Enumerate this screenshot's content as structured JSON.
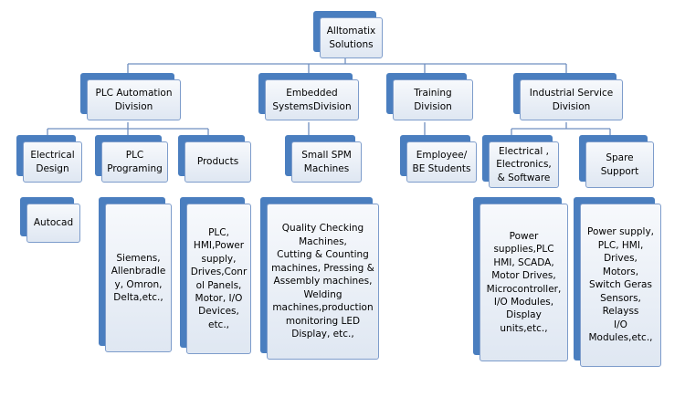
{
  "root": "Alltomatix\nSolutions",
  "divisions": {
    "plc": "PLC Automation\nDivision",
    "embedded": "Embedded\nSystemsDivision",
    "training": "Training\nDivision",
    "industrial": "Industrial Service\nDivision"
  },
  "plc_children": {
    "electrical_design": "Electrical\nDesign",
    "plc_programing": "PLC\nPrograming",
    "products": "Products"
  },
  "plc_leaves": {
    "autocad": "Autocad",
    "programing_list": "Siemens,\nAllenbradle\ny, Omron,\nDelta,etc.,",
    "products_list": "PLC,\nHMI,Power\nsupply,\nDrives,Conr\nol Panels,\nMotor, I/O\nDevices,\netc.,"
  },
  "embedded_children": {
    "small_spm": "Small SPM\nMachines",
    "spm_list": "Quality Checking\nMachines,\nCutting & Counting\nmachines, Pressing &\nAssembly machines,\nWelding\nmachines,production\nmonitoring LED\nDisplay, etc.,"
  },
  "training_children": {
    "employee": "Employee/\nBE Students"
  },
  "industrial_children": {
    "electrical_electronics": "Electrical ,\nElectronics,\n& Software",
    "spare_support": "Spare\nSupport",
    "electronics_list": "Power\nsupplies,PLC\nHMI, SCADA,\nMotor Drives,\nMicrocontroller,\nI/O Modules,\nDisplay\nunits,etc.,",
    "spare_list": "Power supply,\nPLC, HMI,\nDrives,\nMotors,\nSwitch Geras\nSensors,\nRelayss\nI/O\nModules,etc.,"
  }
}
